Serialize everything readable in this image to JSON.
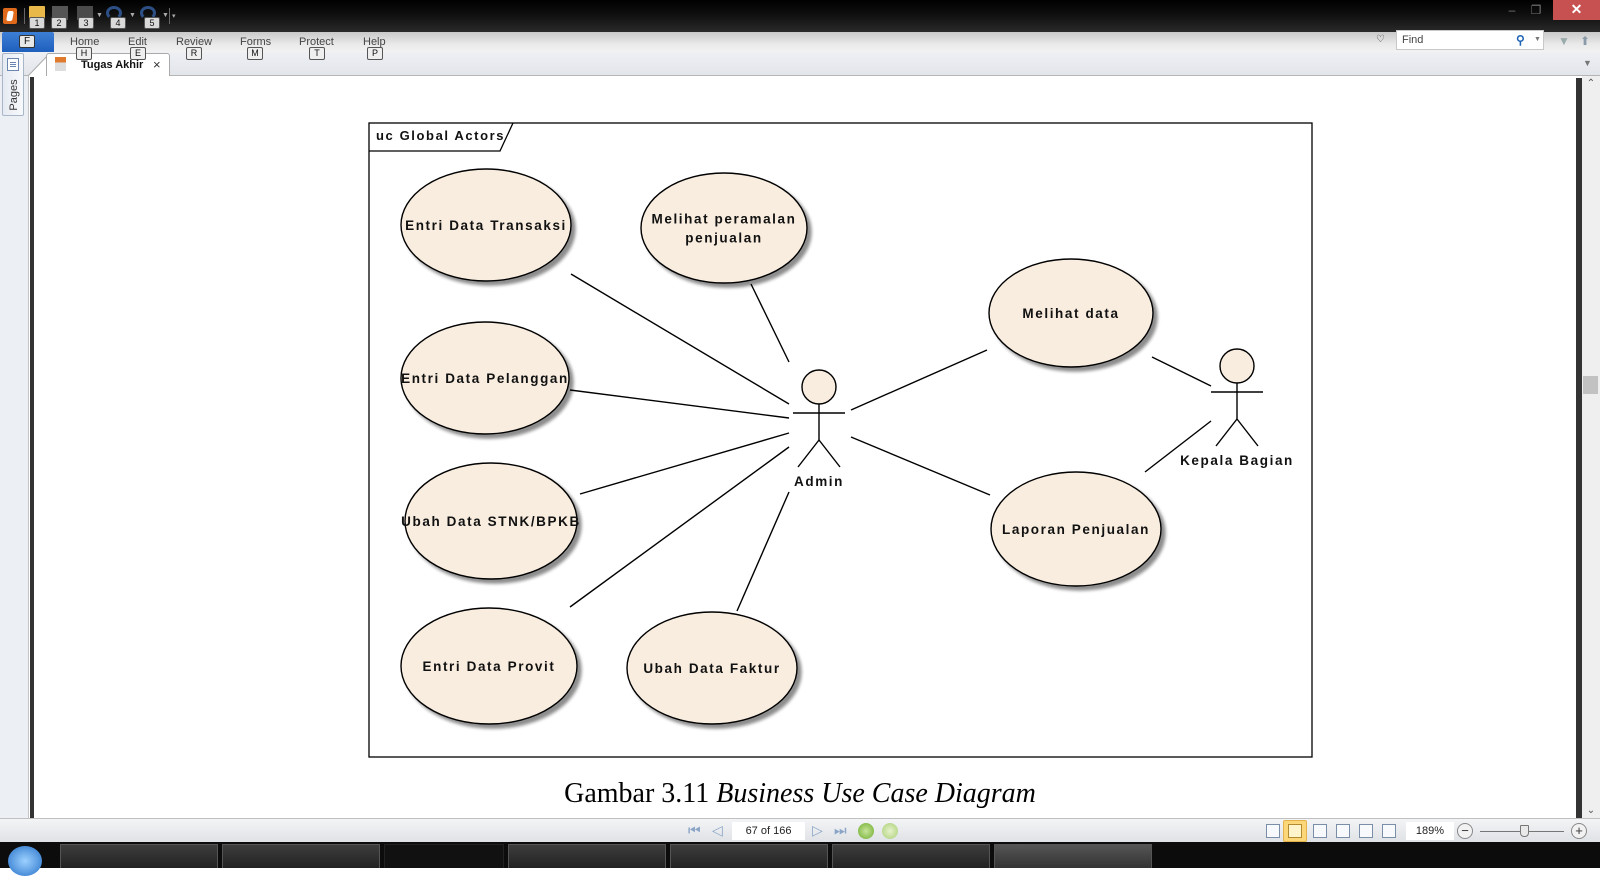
{
  "app": {
    "title_bar": {
      "quick_access": [
        {
          "icon": "open-folder-icon",
          "key": "1"
        },
        {
          "icon": "save-icon",
          "key": "2"
        },
        {
          "icon": "print-icon",
          "key": "3"
        },
        {
          "icon": "undo-icon",
          "key": "4"
        },
        {
          "icon": "redo-icon",
          "key": "5"
        }
      ],
      "window_controls": {
        "minimize": "–",
        "maximize": "❐",
        "close": "✕"
      }
    },
    "ribbon": {
      "file_tab": {
        "label": "F",
        "key": "F"
      },
      "tabs": [
        {
          "label": "Home",
          "key": "H"
        },
        {
          "label": "Edit",
          "key": "E"
        },
        {
          "label": "Review",
          "key": "R"
        },
        {
          "label": "Forms",
          "key": "M"
        },
        {
          "label": "Protect",
          "key": "T"
        },
        {
          "label": "Help",
          "key": "P"
        }
      ],
      "find": {
        "placeholder": "Find"
      }
    },
    "document_tab": {
      "label": "Tugas Akhir",
      "close": "×"
    },
    "side_panel": {
      "pages_label": "Pages"
    }
  },
  "diagram": {
    "frame_title": "uc Global Actors",
    "actors": [
      {
        "id": "admin",
        "label": "Admin"
      },
      {
        "id": "kepala",
        "label": "Kepala Bagian"
      }
    ],
    "use_cases": [
      {
        "id": "uc1",
        "lines": [
          "Entri Data Transaksi"
        ]
      },
      {
        "id": "uc2",
        "lines": [
          "Melihat peramalan",
          "penjualan"
        ]
      },
      {
        "id": "uc3",
        "lines": [
          "Entri Data Pelanggan"
        ]
      },
      {
        "id": "uc4",
        "lines": [
          "Ubah Data STNK/BPKB"
        ]
      },
      {
        "id": "uc5",
        "lines": [
          "Entri Data Provit"
        ]
      },
      {
        "id": "uc6",
        "lines": [
          "Ubah Data Faktur"
        ]
      },
      {
        "id": "uc7",
        "lines": [
          "Melihat data"
        ]
      },
      {
        "id": "uc8",
        "lines": [
          "Laporan Penjualan"
        ]
      }
    ],
    "associations": [
      [
        "admin",
        "uc1"
      ],
      [
        "admin",
        "uc2"
      ],
      [
        "admin",
        "uc3"
      ],
      [
        "admin",
        "uc4"
      ],
      [
        "admin",
        "uc5"
      ],
      [
        "admin",
        "uc6"
      ],
      [
        "admin",
        "uc7"
      ],
      [
        "admin",
        "uc8"
      ],
      [
        "kepala",
        "uc7"
      ],
      [
        "kepala",
        "uc8"
      ]
    ],
    "colors": {
      "use_case_fill": "#f8eddf",
      "stroke": "#000000",
      "shadow": "#a8a8a8"
    }
  },
  "caption": {
    "prefix": "Gambar 3.11 ",
    "italic": "Business Use Case Diagram"
  },
  "status_bar": {
    "page_indicator": "67 of 166",
    "zoom_level": "189%",
    "zoom_slider_fraction": 0.54
  }
}
